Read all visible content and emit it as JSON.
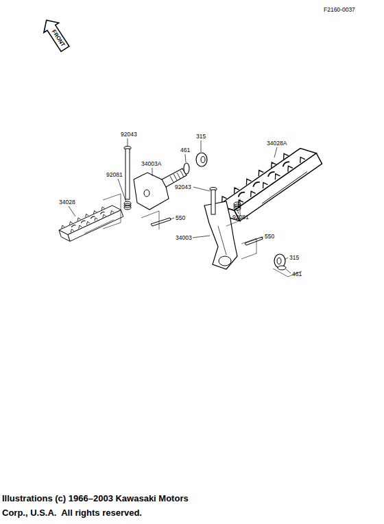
{
  "diagram": {
    "labels": [
      "F2160-0037",
      "FRONT",
      "92043",
      "315",
      "461",
      "34003A",
      "92081",
      "34028A",
      "34028",
      "92043",
      "92081",
      "550",
      "34003",
      "550",
      "315",
      "461",
      "Illustrations (c) 1966–2003 Kawasaki Motors Corp., U.S.A.  All rights reserved."
    ]
  }
}
